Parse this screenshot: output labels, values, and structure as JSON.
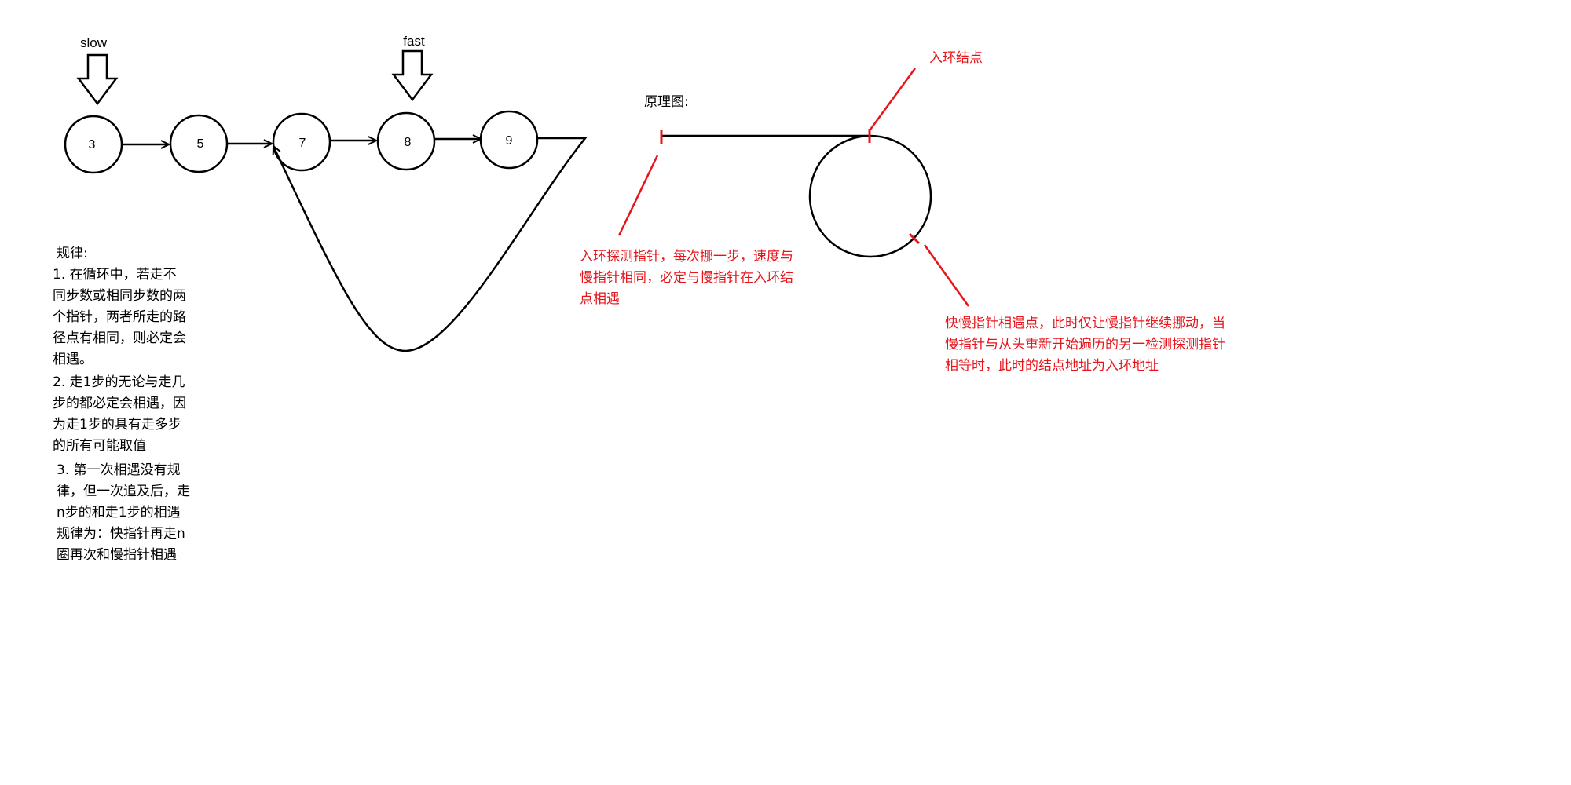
{
  "pointers": {
    "slow": "slow",
    "fast": "fast"
  },
  "nodes": [
    "3",
    "5",
    "7",
    "8",
    "9"
  ],
  "principle_title": "原理图:",
  "entry_node_label": "入环结点",
  "probe_pointer_note": [
    "入环探测指针，每次挪一步，速度与",
    "慢指针相同，必定与慢指针在入环结",
    "点相遇"
  ],
  "meeting_point_note": [
    "快慢指针相遇点，此时仅让慢指针继续挪动，当",
    "慢指针与从头重新开始遍历的另一检测探测指针",
    "相等时，此时的结点地址为入环地址"
  ],
  "rules": {
    "title": "规律:",
    "rule1": [
      "1. 在循环中，若走不",
      "同步数或相同步数的两",
      "个指针，两者所走的路",
      "径点有相同，则必定会",
      "相遇。"
    ],
    "rule2": [
      "2. 走1步的无论与走几",
      "步的都必定会相遇，因",
      "为走1步的具有走多步",
      "的所有可能取值"
    ],
    "rule3": [
      "3. 第一次相遇没有规",
      "律，但一次追及后，走",
      "n步的和走1步的相遇",
      "规律为：快指针再走n",
      "圈再次和慢指针相遇"
    ]
  },
  "colors": {
    "ink": "#000000",
    "annotation": "#e8141b"
  }
}
